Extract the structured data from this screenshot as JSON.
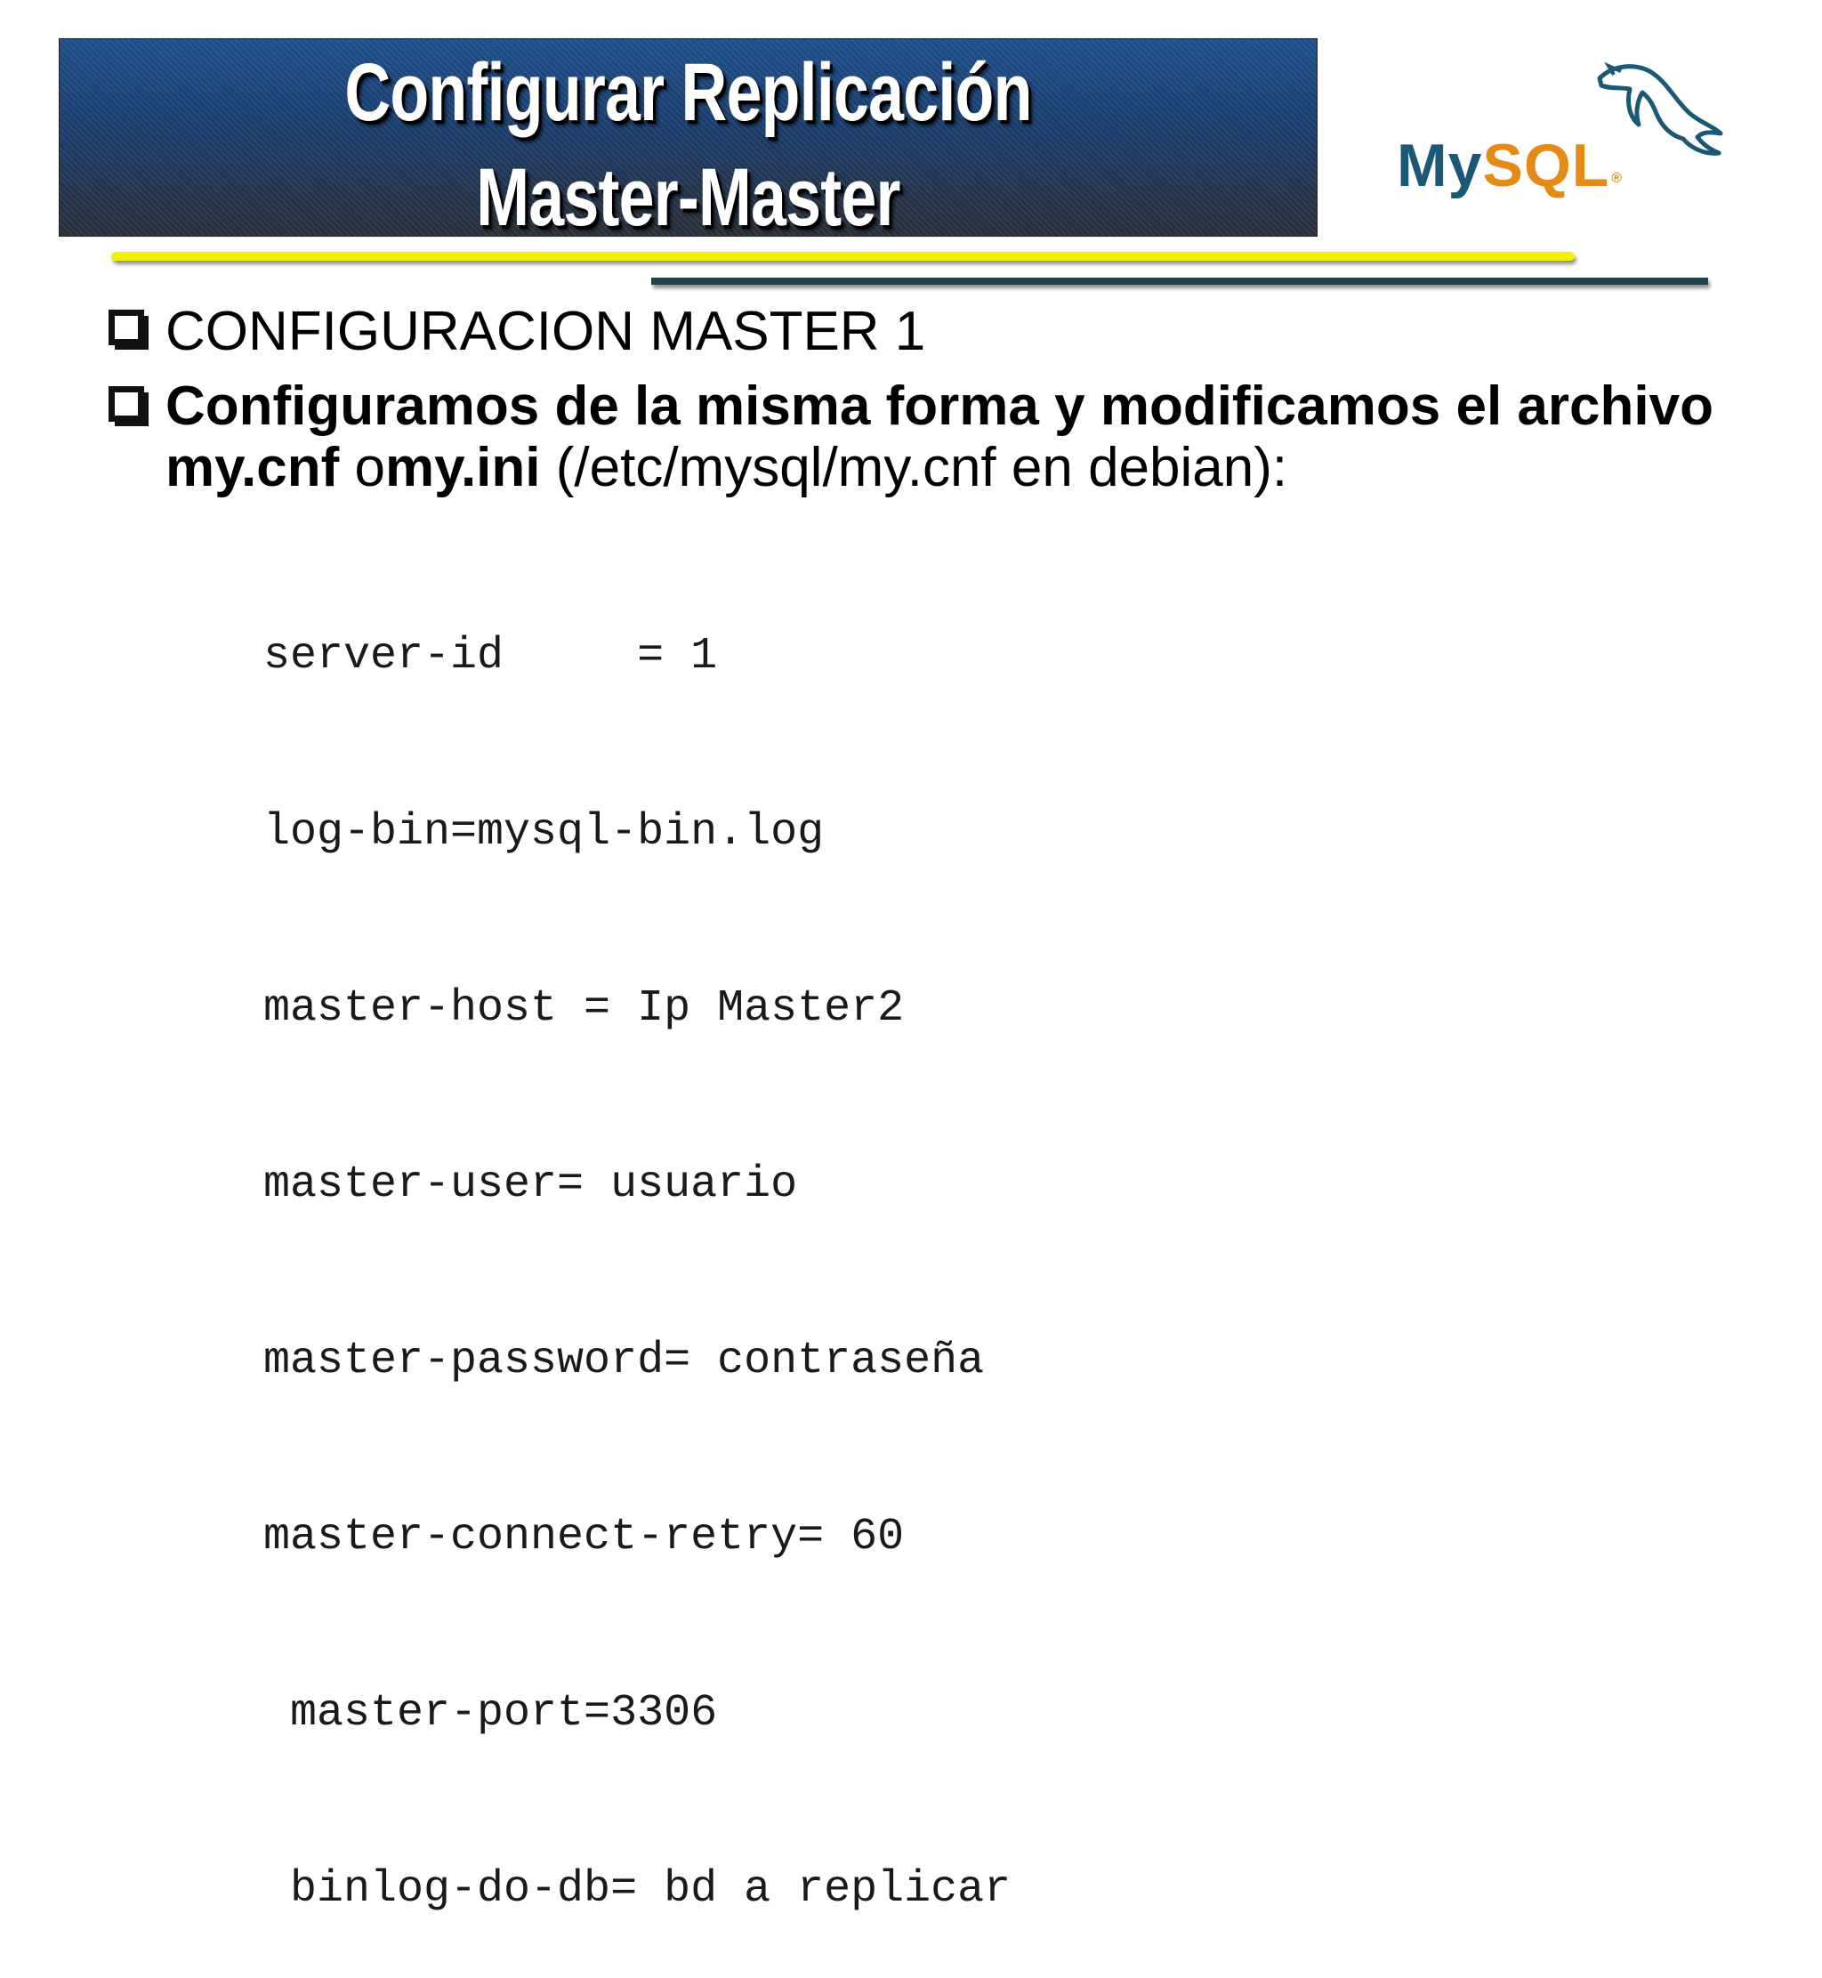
{
  "title": {
    "line1": "Configurar Replicación",
    "line2": "Master-Master"
  },
  "logo": {
    "my": "My",
    "sql": "SQL",
    "registered": "®"
  },
  "bullets": [
    {
      "text": "CONFIGURACION MASTER 1"
    },
    {
      "part1_bold": "Configuramos de la misma forma y modificamos el archivo",
      "part2_bold": "my.cnf",
      "part3": " o",
      "part4_bold": "my.ini",
      "part5": " (/etc/mysql/my.cnf en debian):"
    }
  ],
  "code_lines": [
    "server-id     = 1",
    "log-bin=mysql-bin.log",
    "master-host = Ip Master2",
    "master-user= usuario",
    "master-password= contraseña",
    "master-connect-retry= 60",
    " master-port=3306",
    " binlog-do-db= bd a replicar"
  ],
  "colors": {
    "banner": "#1f4f8a",
    "rule_yellow": "#f2f200",
    "rule_dark": "#1d4348",
    "mysql_blue": "#1b5876",
    "mysql_orange": "#e38b16"
  }
}
